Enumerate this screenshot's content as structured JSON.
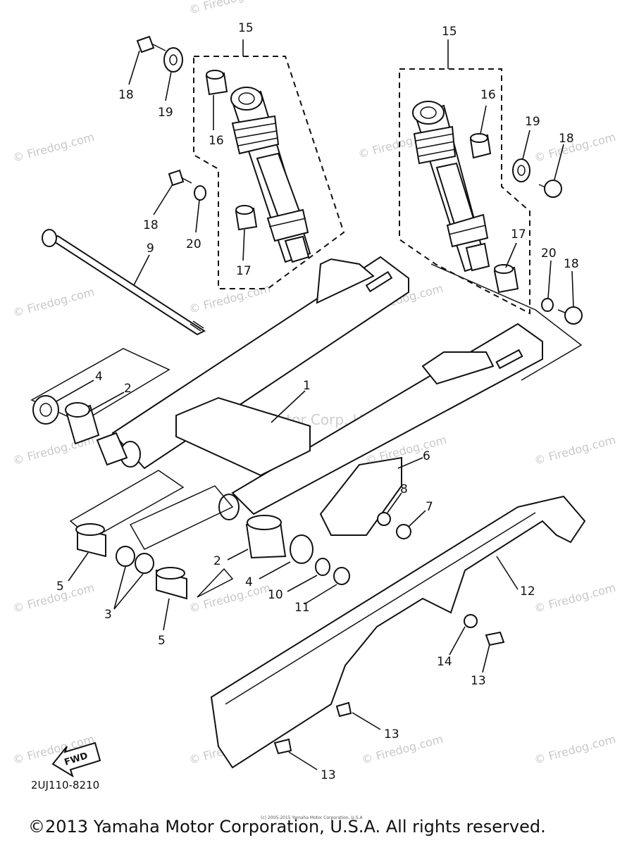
{
  "diagram": {
    "drawing_code": "2UJ110-8210",
    "fwd_label": "FWD",
    "watermark_site": "© Firedog.com",
    "center_watermark": "Yamaha Motor Corp. U.S.A",
    "labels": {
      "l1": "1",
      "l2a": "2",
      "l2b": "2",
      "l3": "3",
      "l4a": "4",
      "l4b": "4",
      "l5a": "5",
      "l5b": "5",
      "l6": "6",
      "l7": "7",
      "l8": "8",
      "l9": "9",
      "l10": "10",
      "l11": "11",
      "l12": "12",
      "l13a": "13",
      "l13b": "13",
      "l13c": "13",
      "l14": "14",
      "l15a": "15",
      "l15b": "15",
      "l16a": "16",
      "l16b": "16",
      "l17a": "17",
      "l17b": "17",
      "l18a": "18",
      "l18b": "18",
      "l18c": "18",
      "l18d": "18",
      "l19a": "19",
      "l19b": "19",
      "l20a": "20",
      "l20b": "20"
    }
  },
  "footer": {
    "copyright": "©2013 Yamaha Motor Corporation, U.S.A. All rights reserved.",
    "tiny_copyright": "(c) 2005-2015 Yamaha Motor Corporation, U.S.A"
  }
}
